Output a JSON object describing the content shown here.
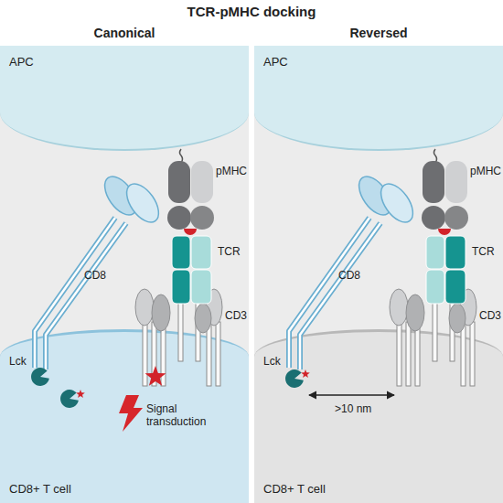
{
  "diagram": {
    "title": "TCR-pMHC docking",
    "nodes": [
      {
        "text": [
          "Canonical"
        ]
      },
      {
        "text": [
          "APC"
        ],
        "in": 0
      },
      {
        "text": [
          "CD8+ T cell"
        ],
        "in": 0
      },
      {
        "text": [
          "Reversed"
        ]
      },
      {
        "text": [
          "APC"
        ],
        "in": 3
      },
      {
        "text": [
          "CD8+ T cell"
        ],
        "in": 3
      }
    ],
    "labels": [
      "CD8",
      "pMHC",
      "TCR",
      "CD3",
      "Lck",
      "Signal transduction",
      "CD8",
      "pMHC",
      "TCR",
      "CD3",
      "Lck",
      ">10 nm"
    ]
  }
}
